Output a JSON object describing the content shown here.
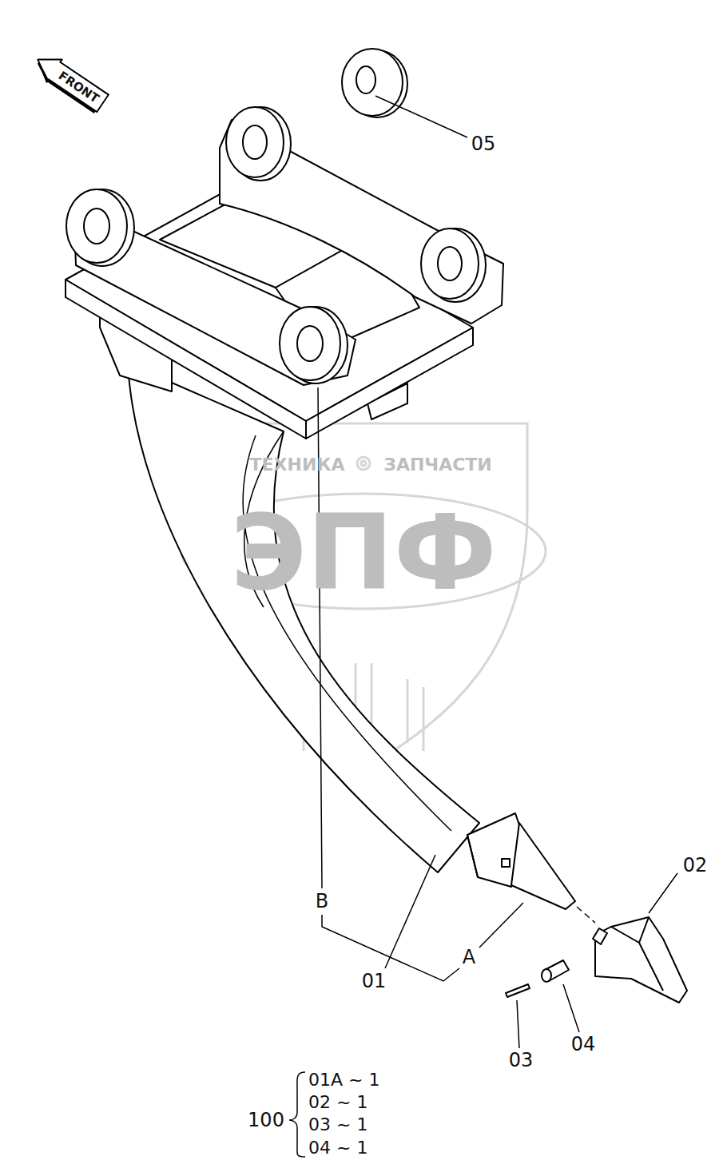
{
  "diagram": {
    "nodes": [
      {
        "text": [
          "FRONT"
        ]
      }
    ],
    "edges": [],
    "labels": [
      "ТЕХНИКА",
      "ЗАПЧАСТИ",
      "ЭПФ",
      "05",
      "02",
      "B",
      "A",
      "01",
      "03",
      "04",
      "100",
      "01A ~ 1",
      "02 ~ 1",
      "03 ~ 1",
      "04 ~ 1"
    ]
  }
}
